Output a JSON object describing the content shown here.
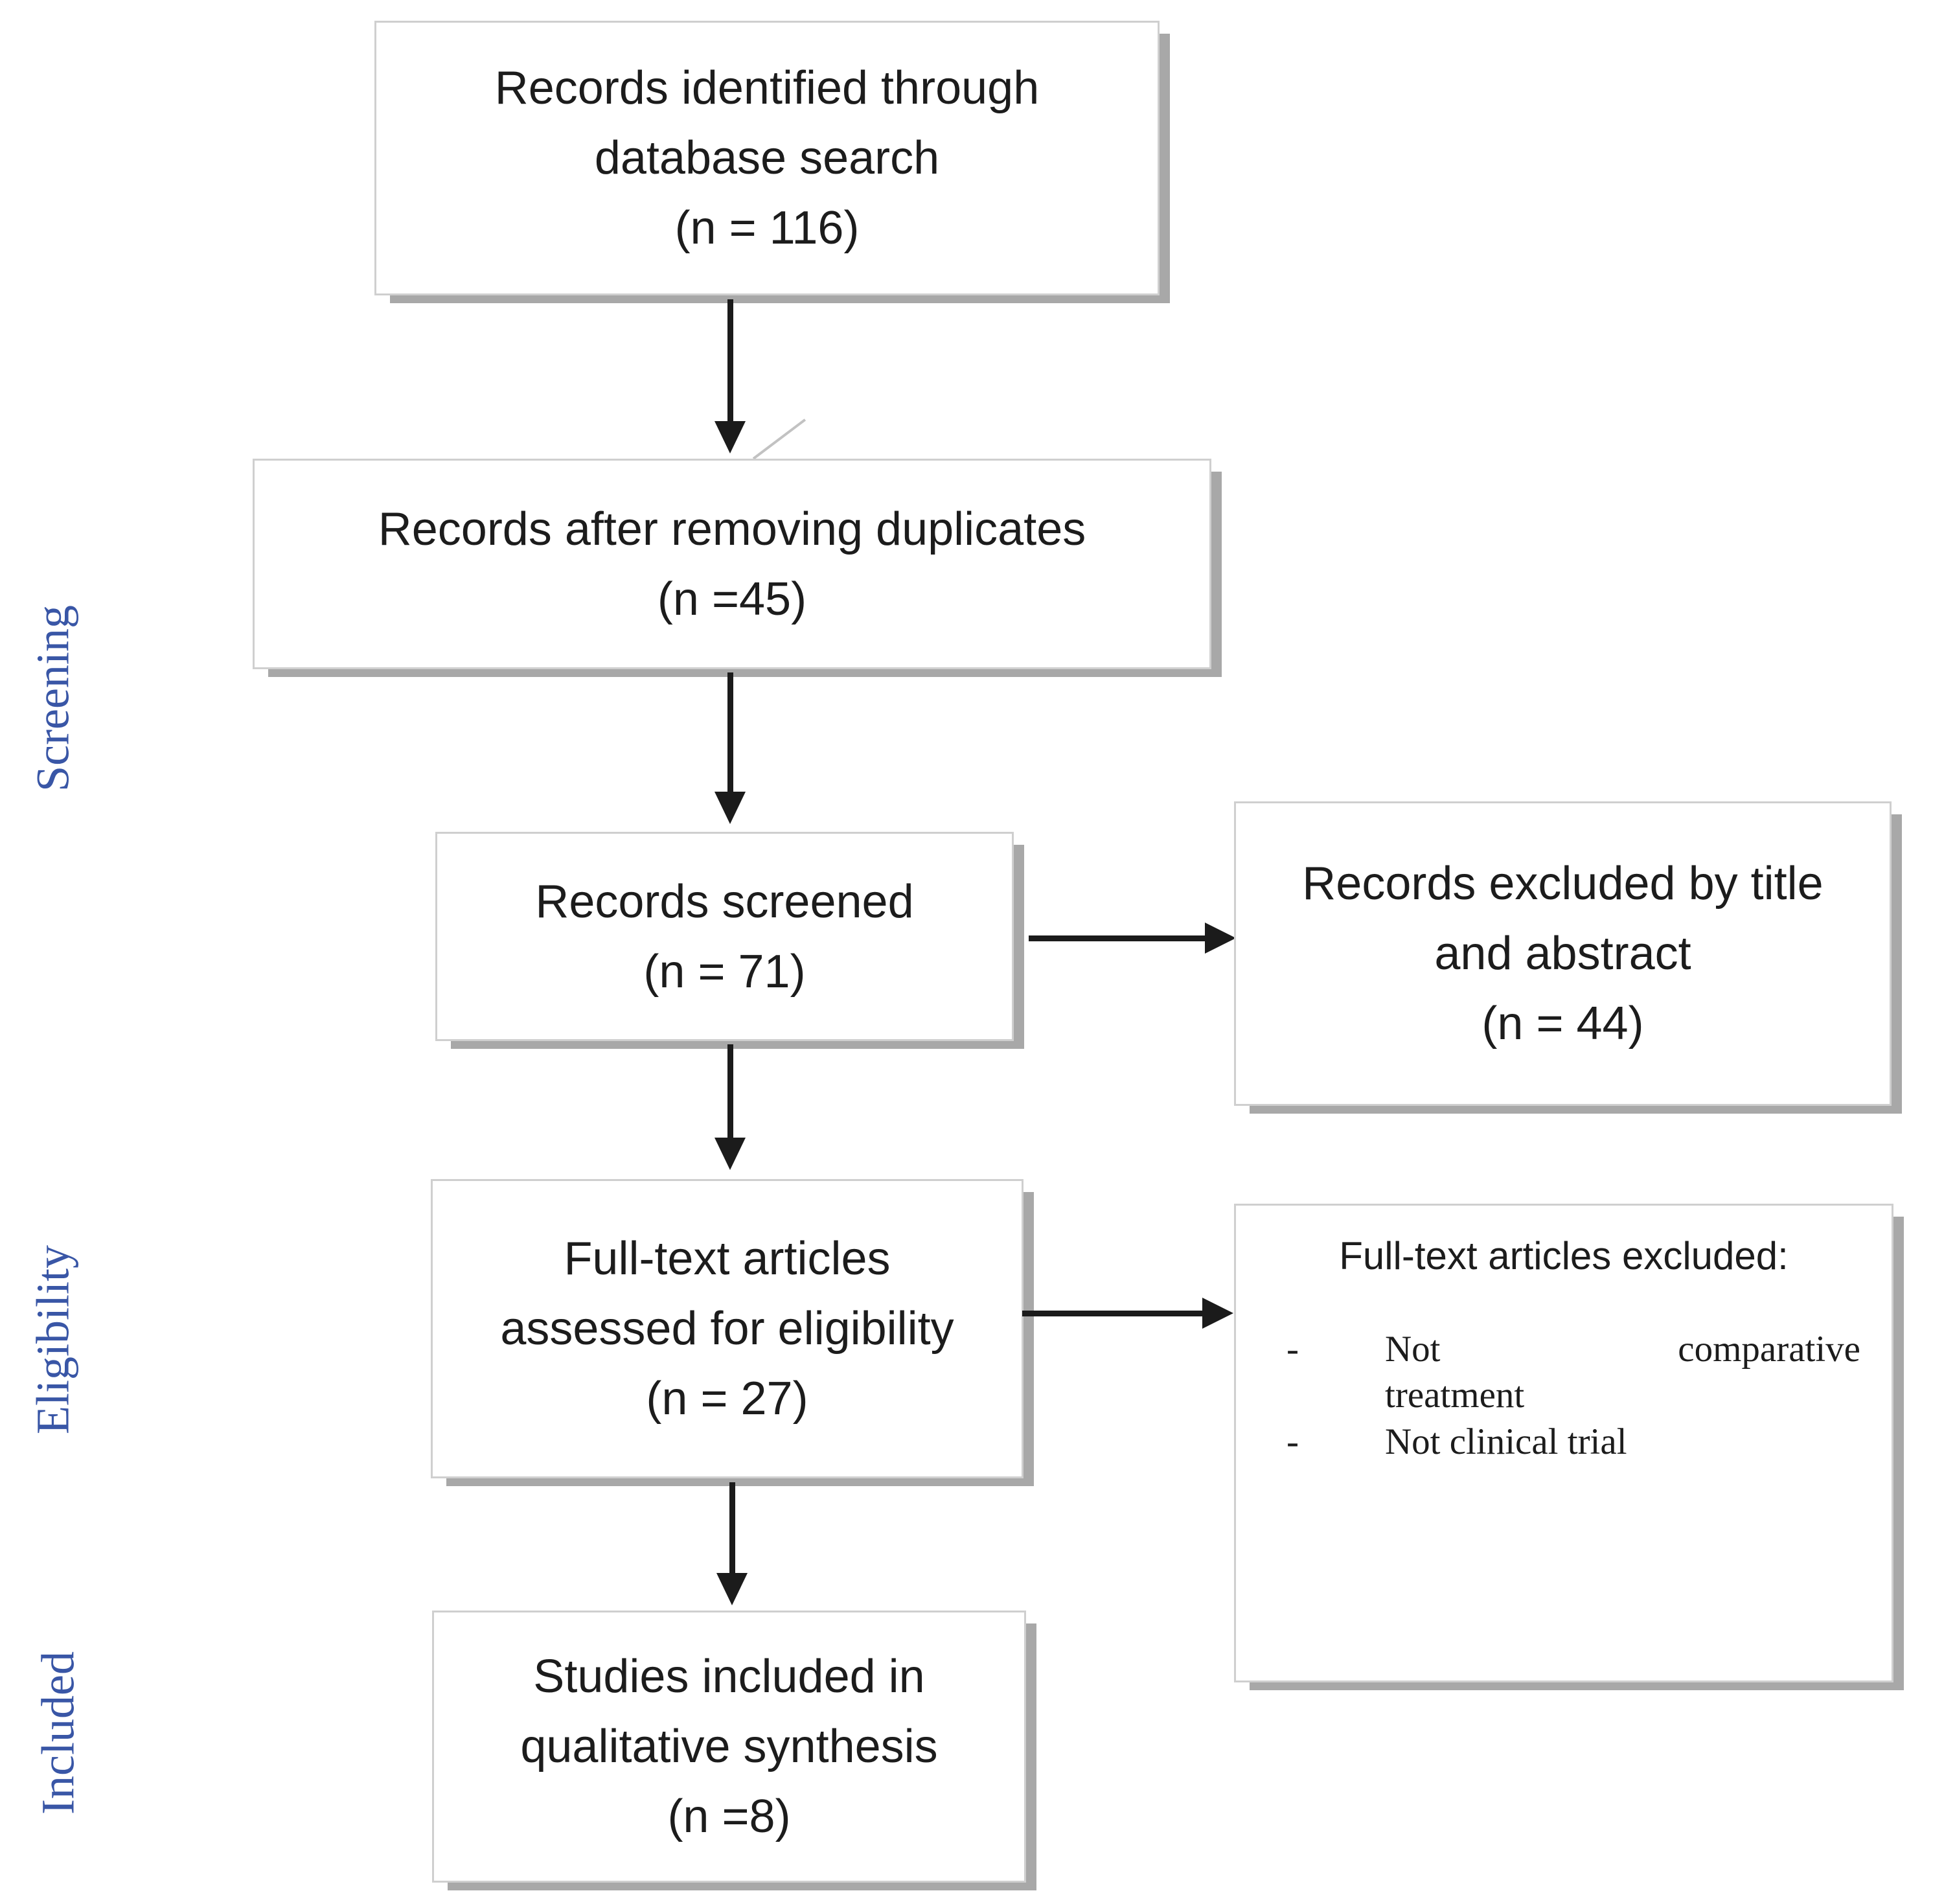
{
  "colors": {
    "stage_label_blue": "#3956A6",
    "box_border": "#cfcfcf",
    "box_shadow": "#a8a8a8",
    "arrow_black": "#1b1b1b",
    "text": "#1c1c1c",
    "background": "#ffffff"
  },
  "stage_labels": {
    "screening": "Screening",
    "eligibility": "Eligibility",
    "included": "Included"
  },
  "boxes": {
    "identified": {
      "line1": "Records identified through",
      "line2": "database search",
      "line3": "(n = 116)"
    },
    "after_duplicates": {
      "line1": "Records after removing duplicates",
      "line2": "(n =45)"
    },
    "screened": {
      "line1": "Records screened",
      "line2": "(n = 71)"
    },
    "excluded_title_abstract": {
      "line1": "Records excluded by title",
      "line2": "and abstract",
      "line3": "(n = 44)"
    },
    "fulltext_assessed": {
      "line1": "Full-text articles",
      "line2": "assessed for eligibility",
      "line3": "(n = 27)"
    },
    "fulltext_excluded": {
      "title": "Full-text articles excluded:",
      "bullet1_marker": "-",
      "bullet1_word_left": "Not",
      "bullet1_word_right": "comparative",
      "bullet1_line2": "treatment",
      "bullet2_marker": "-",
      "bullet2_text": "Not clinical trial"
    },
    "included_qualitative": {
      "line1": "Studies included in",
      "line2": "qualitative synthesis",
      "line3": "(n =8)"
    }
  }
}
